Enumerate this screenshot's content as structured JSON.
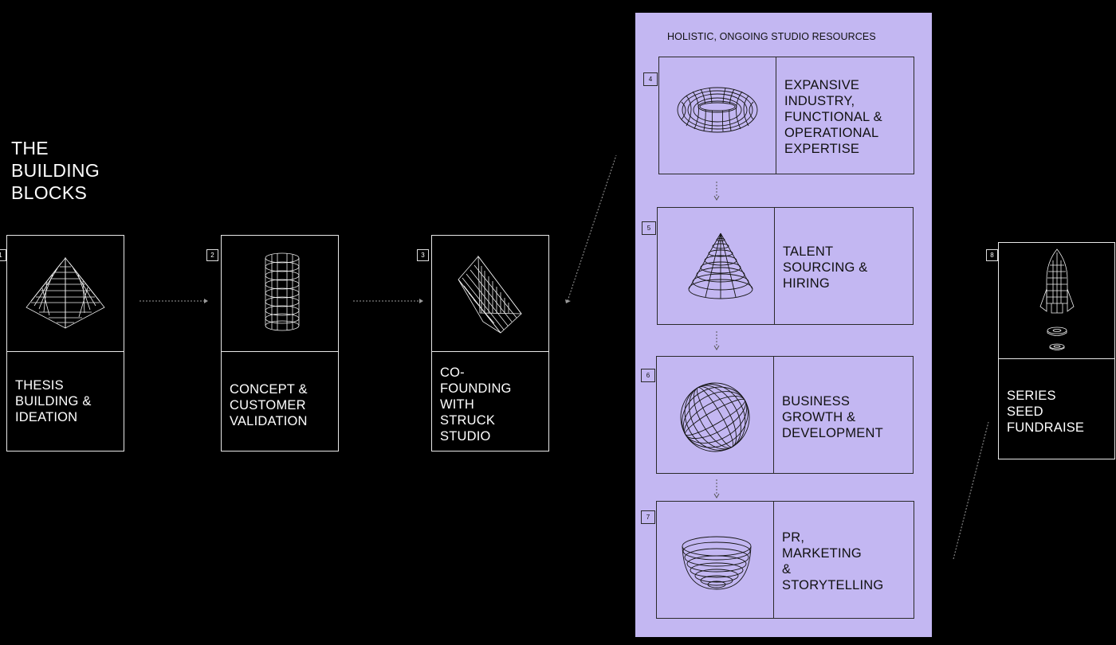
{
  "title": {
    "lines": [
      "THE",
      "BUILDING",
      "BLOCKS"
    ]
  },
  "steps": [
    {
      "number": "1",
      "icon": "pyramid-icon",
      "lines": [
        "THESIS",
        "BUILDING &",
        "IDEATION"
      ]
    },
    {
      "number": "2",
      "icon": "cylinder-icon",
      "lines": [
        "CONCEPT &",
        "CUSTOMER",
        "VALIDATION"
      ]
    },
    {
      "number": "3",
      "icon": "wedge-icon",
      "lines": [
        "CO-",
        "FOUNDING",
        "WITH",
        "STRUCK",
        "STUDIO"
      ]
    }
  ],
  "resources": {
    "heading": "HOLISTIC, ONGOING STUDIO RESOURCES",
    "items": [
      {
        "number": "4",
        "icon": "torus-icon",
        "lines": [
          "EXPANSIVE",
          "INDUSTRY,",
          "FUNCTIONAL &",
          "OPERATIONAL",
          "EXPERTISE"
        ]
      },
      {
        "number": "5",
        "icon": "cone-icon",
        "lines": [
          "TALENT",
          "SOURCING &",
          "HIRING"
        ]
      },
      {
        "number": "6",
        "icon": "sphere-icon",
        "lines": [
          "BUSINESS",
          "GROWTH &",
          "DEVELOPMENT"
        ]
      },
      {
        "number": "7",
        "icon": "bowl-icon",
        "lines": [
          "PR,",
          "MARKETING",
          "&",
          "STORYTELLING"
        ]
      }
    ]
  },
  "final": {
    "number": "8",
    "icon": "rocket-icon",
    "lines": [
      "SERIES",
      "SEED",
      "FUNDRAISE"
    ]
  },
  "colors": {
    "background": "#000000",
    "panel": "#c3b7f2",
    "line": "#ffffff",
    "ink": "#111111"
  }
}
